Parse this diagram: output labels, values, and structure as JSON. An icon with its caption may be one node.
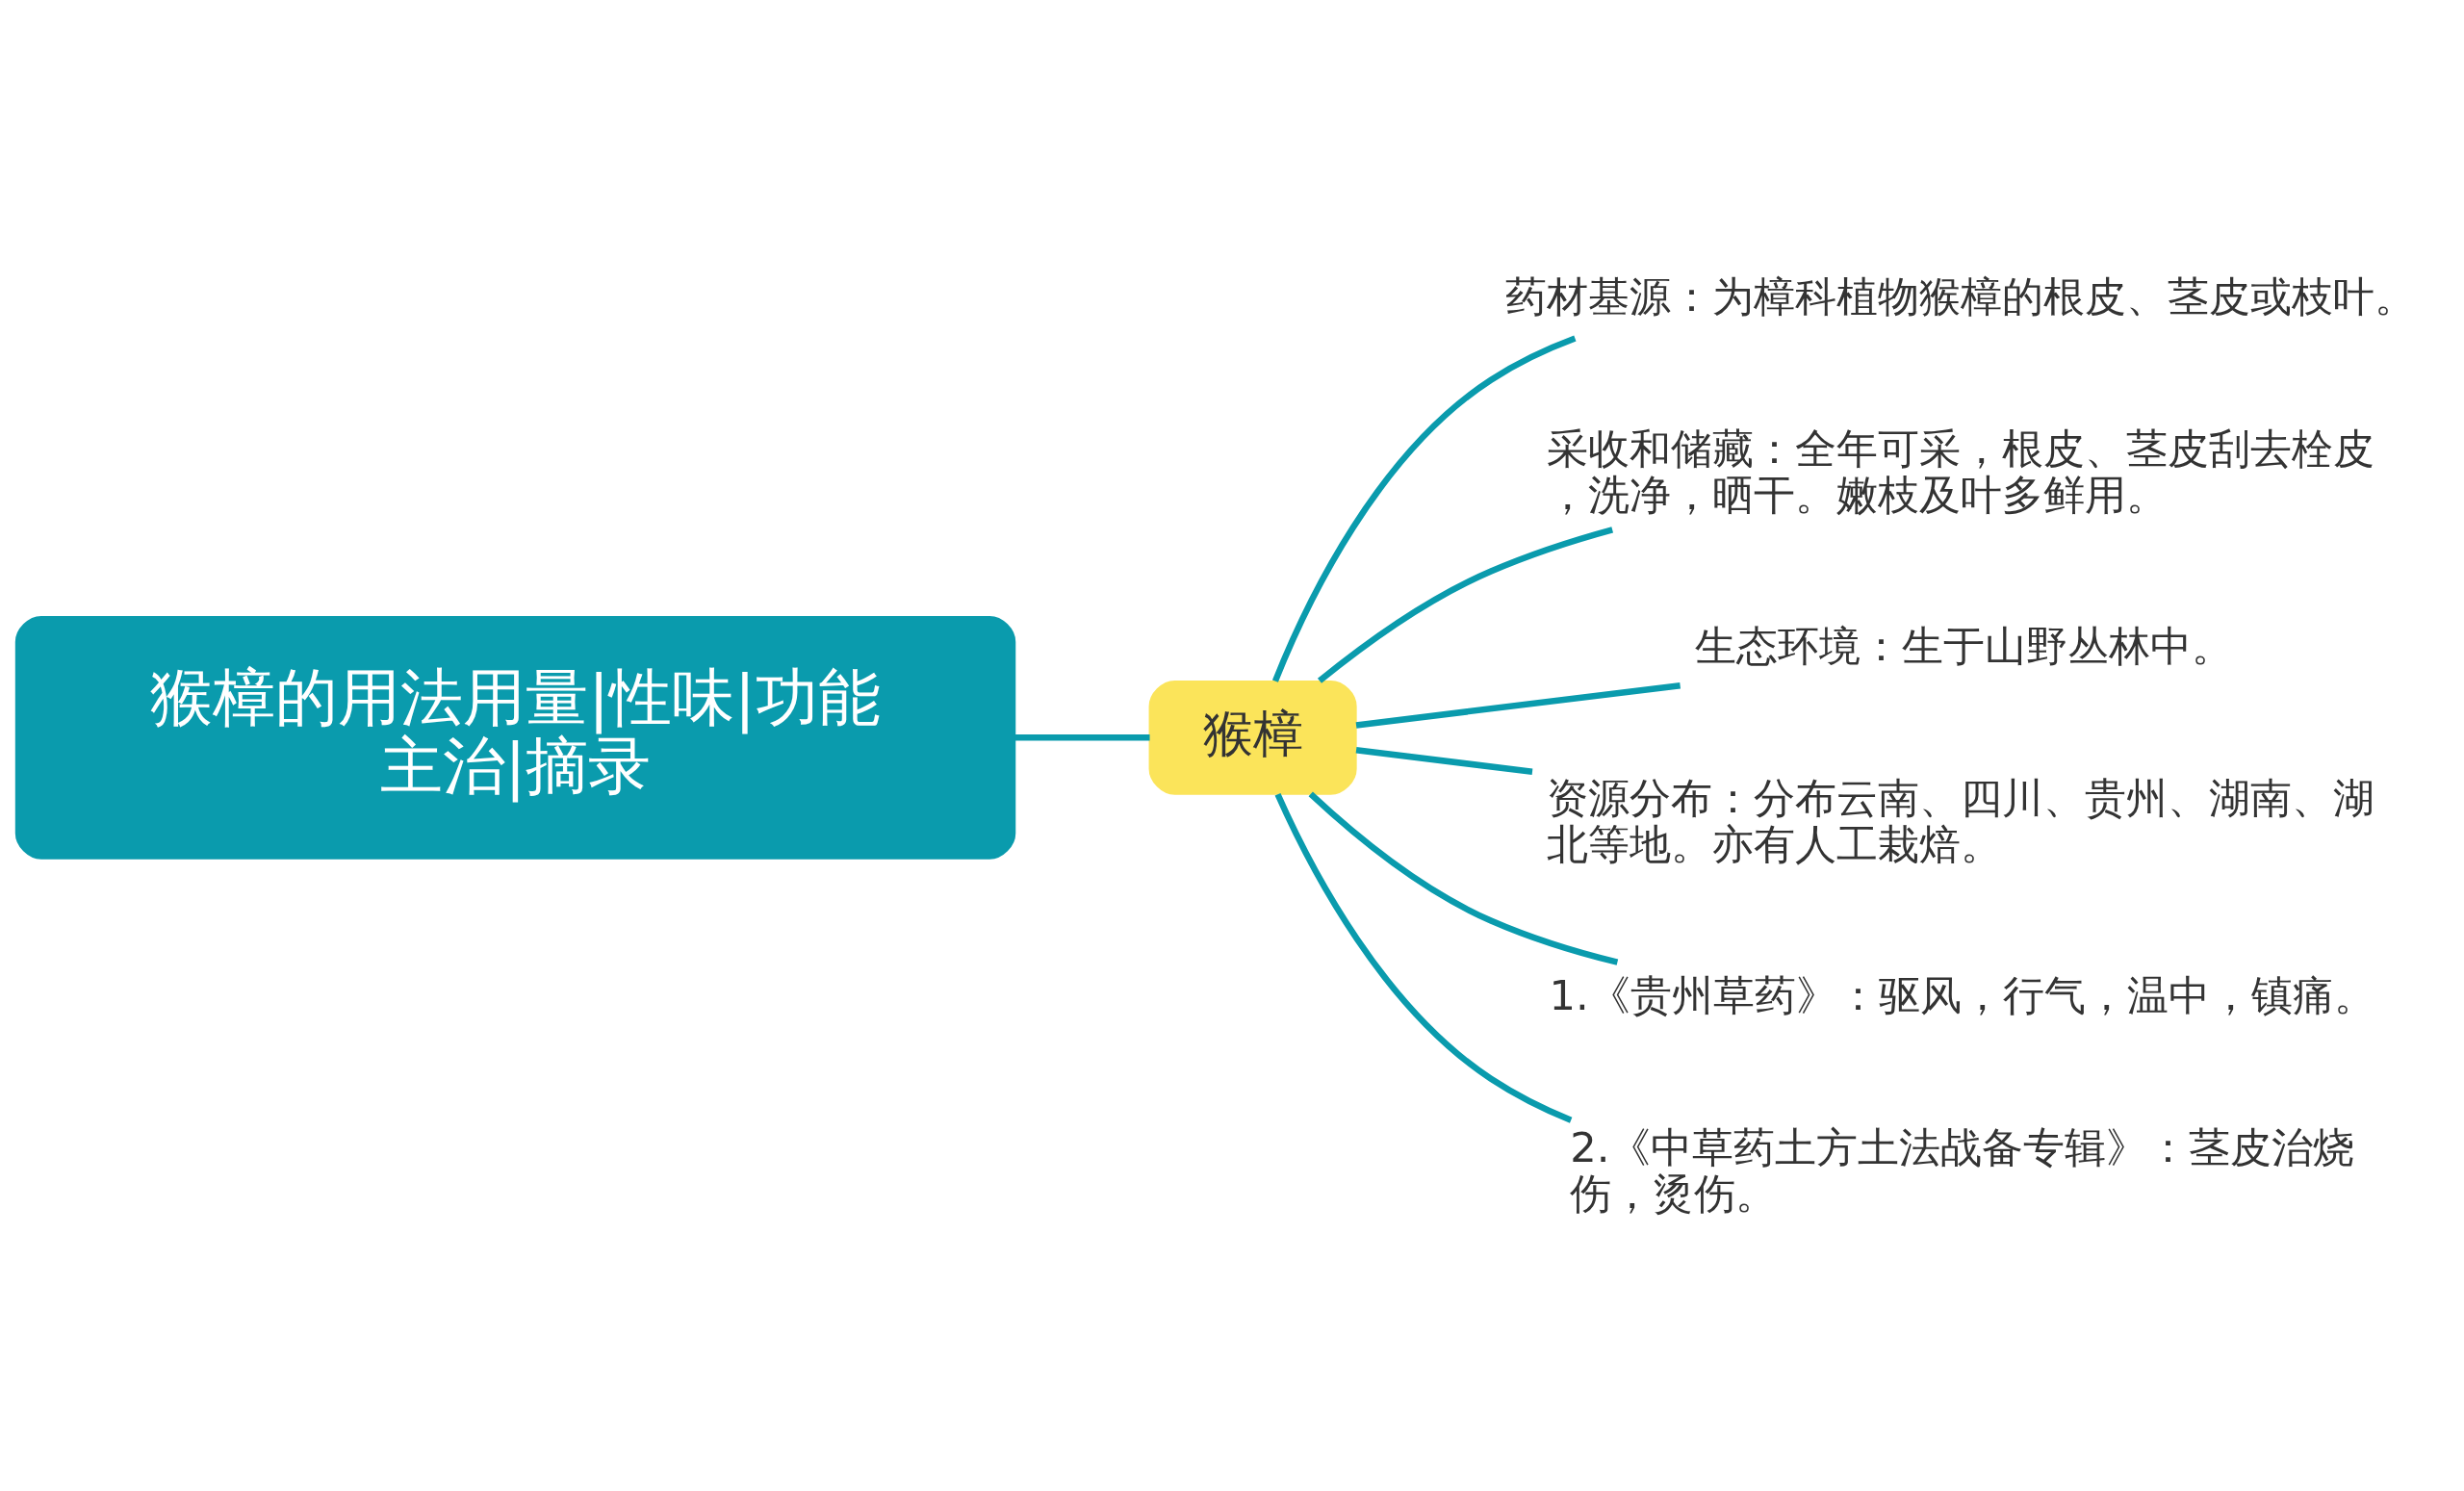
{
  "diagram": {
    "nodes": [
      {
        "text": [
          "猴樟的用法用量|性味|功能主治|摘录"
        ]
      },
      {
        "text": [
          "猴樟"
        ]
      },
      {
        "text": [
          "药材基源：为樟科植物猴樟的根皮、茎皮或枝叶。"
        ]
      },
      {
        "text": [
          "采收和储藏：全年可采，根皮、茎皮刮去栓皮，洗净，晒干。嫩枝及叶多鲜用。"
        ]
      },
      {
        "text": [
          "生态环境：生于山野丛林中。"
        ]
      },
      {
        "text": [
          "资源分布：分布云南、四川、贵州、湖南、湖北等地。亦有人工栽焙。"
        ]
      },
      {
        "text": [
          "1.《贵州草药》：驱风，行气，温中，镇痛。"
        ]
      },
      {
        "text": [
          "2.《中草药土方土法战备专辑》：茎皮治烧伤，烫伤。"
        ]
      }
    ],
    "edges": [
      {
        "from": 0,
        "to": 1,
        "arrow": "none"
      },
      {
        "from": 1,
        "to": 2,
        "arrow": "none"
      },
      {
        "from": 1,
        "to": 3,
        "arrow": "none"
      },
      {
        "from": 1,
        "to": 4,
        "arrow": "none"
      },
      {
        "from": 1,
        "to": 5,
        "arrow": "none"
      },
      {
        "from": 1,
        "to": 6,
        "arrow": "none"
      },
      {
        "from": 1,
        "to": 7,
        "arrow": "none"
      }
    ]
  }
}
